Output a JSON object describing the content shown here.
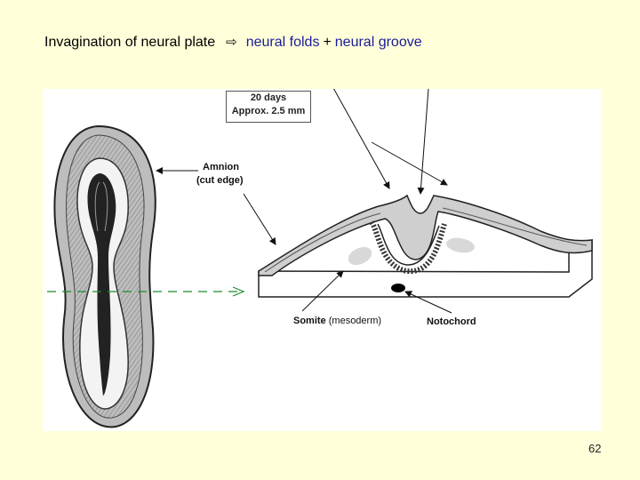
{
  "title": {
    "prefix": "Invagination of neural plate",
    "arrow_glyph": "⇨",
    "term1": "neural folds",
    "plus": "+",
    "term2": "neural groove",
    "term_color": "#1a1a9c"
  },
  "figure": {
    "age_line1": "20 days",
    "age_line2": "Approx. 2.5 mm",
    "labels": {
      "amnion_line1": "Amnion",
      "amnion_line2": "(cut edge)",
      "somite": "Somite",
      "somite_note": "(mesoderm)",
      "notochord": "Notochord"
    }
  },
  "page_number": "62",
  "colors": {
    "background": "#ffffd9",
    "figure_bg": "#ffffff"
  }
}
